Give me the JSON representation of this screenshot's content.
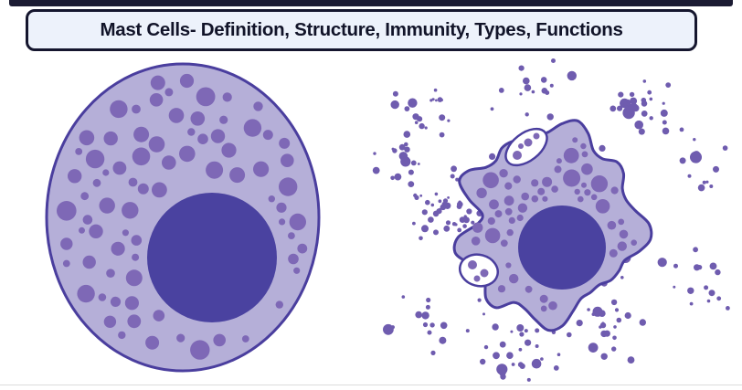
{
  "banner": {
    "title": "Mast Cells- Definition, Structure, Immunity, Types, Functions"
  },
  "colors": {
    "frame_bar": "#1b1b33",
    "banner_bg": "#edf2fb",
    "banner_border": "#15162e",
    "banner_text": "#121429",
    "baseline": "#dcdcdc",
    "cytoplasm": "#b5afd8",
    "membrane": "#4a3e9e",
    "granule": "#7e68b6",
    "nucleus": "#4a42a0",
    "released_granule": "#6f5caf",
    "vacuole_fill": "#ffffff"
  },
  "figures": {
    "intact_mast_cell": {
      "granule_count": 78,
      "seed": 7
    },
    "degranulating_mast_cell": {
      "granule_count": 54,
      "released_granule_count": 235,
      "vacuole_count": 2,
      "seed": 11
    }
  }
}
